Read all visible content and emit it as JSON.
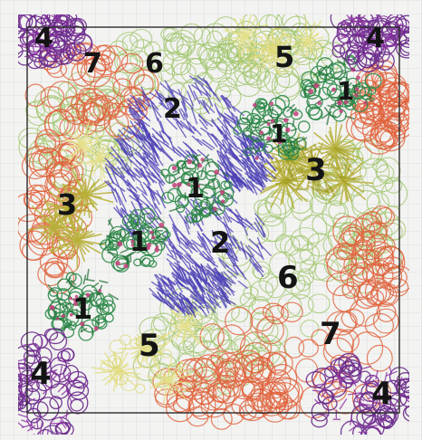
{
  "drawing": {
    "subject": "hand-drawn planting plan on graph paper",
    "labels": [
      {
        "id": "tl-4",
        "text": "4"
      },
      {
        "id": "top-7",
        "text": "7"
      },
      {
        "id": "top-6",
        "text": "6"
      },
      {
        "id": "top-5",
        "text": "5"
      },
      {
        "id": "tr-4",
        "text": "4"
      },
      {
        "id": "upper-2",
        "text": "2"
      },
      {
        "id": "upper-right-1",
        "text": "1"
      },
      {
        "id": "mid-right-1",
        "text": "1"
      },
      {
        "id": "right-3",
        "text": "3"
      },
      {
        "id": "center-1",
        "text": "1"
      },
      {
        "id": "left-3",
        "text": "3"
      },
      {
        "id": "left-1",
        "text": "1"
      },
      {
        "id": "center-2",
        "text": "2"
      },
      {
        "id": "right-6",
        "text": "6"
      },
      {
        "id": "lower-left-1",
        "text": "1"
      },
      {
        "id": "bottom-5",
        "text": "5"
      },
      {
        "id": "bottom-right-7",
        "text": "7"
      },
      {
        "id": "bl-4",
        "text": "4"
      },
      {
        "id": "br-4",
        "text": "4"
      }
    ],
    "colors": {
      "paper": "#f3f3f1",
      "grid": "#c9ced4",
      "plant_1": "#2e8b4a",
      "plant_1_dots": "#c2407a",
      "plant_2": "#4b3fb5",
      "plant_3": "#b8b13a",
      "plant_4": "#6a2a8c",
      "plant_5": "#e5e08a",
      "plant_6": "#9fc46a",
      "plant_7": "#e0603a",
      "ink": "#141414"
    }
  }
}
